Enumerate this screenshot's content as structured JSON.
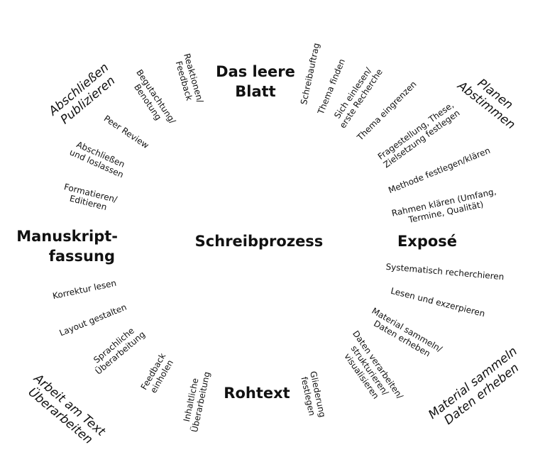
{
  "center": "Schreibprozess",
  "milestones": {
    "blatt": [
      "Das leere",
      "Blatt"
    ],
    "expose": "Exposé",
    "rohtext": "Rohtext",
    "manuskript": [
      "Manuskript-",
      "fassung"
    ]
  },
  "phases": {
    "planen": [
      "Planen",
      "Abstimmen"
    ],
    "material": [
      "Material sammeln",
      "Daten erheben"
    ],
    "arbeit": [
      "Arbeit am Text",
      "Überarbeiten"
    ],
    "abschliessen": [
      "Abschließen",
      "Publizieren"
    ]
  },
  "steps": {
    "schreibauftrag": [
      "Schreibauftrag"
    ],
    "thema_finden": [
      "Thema finden"
    ],
    "einlesen": [
      "Sich einlesen/",
      "erste Recherche"
    ],
    "eingrenzen": [
      "Thema eingrenzen"
    ],
    "fragestellung": [
      "Fragestellung, These,",
      "Zielsetzung festlegen"
    ],
    "methode": [
      "Methode festlegen/klären"
    ],
    "rahmen": [
      "Rahmen klären (Umfang,",
      "Termine, Qualität)"
    ],
    "systematisch": [
      "Systematisch recherchieren"
    ],
    "lesen": [
      "Lesen und exzerpieren"
    ],
    "material_sammeln": [
      "Material sammeln/",
      "Daten erheben"
    ],
    "daten_verarbeiten": [
      "Daten verarbeiten/",
      "strukturieren/",
      "visualisieren"
    ],
    "gliederung": [
      "Gliederung",
      "festlegen"
    ],
    "inhaltliche": [
      "Inhaltliche",
      "Überarbeitung"
    ],
    "feedback_einholen": [
      "Feedback",
      "einholen"
    ],
    "sprachliche": [
      "Sprachliche",
      "Überarbeitung"
    ],
    "layout": [
      "Layout gestalten"
    ],
    "korrektur": [
      "Korrektur lesen"
    ],
    "formatieren": [
      "Formatieren/",
      "Editieren"
    ],
    "loslassen": [
      "Abschließen",
      "und loslassen"
    ],
    "peer_review": [
      "Peer Review"
    ],
    "begutachtung": [
      "Begutachtung/",
      "Benotung"
    ],
    "reaktionen": [
      "Reaktionen/",
      "Feedback"
    ]
  }
}
